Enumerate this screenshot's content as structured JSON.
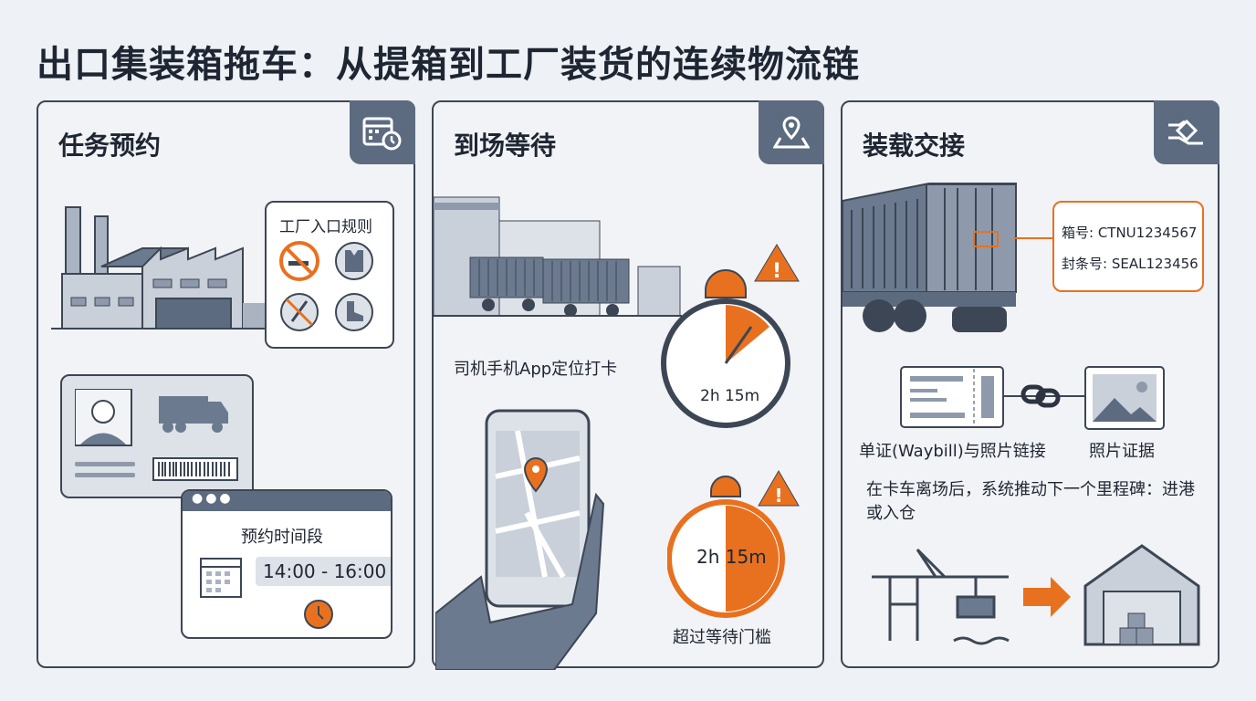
{
  "title": "出口集装箱拖车：从提箱到工厂装货的连续物流链",
  "colors": {
    "accent": "#e8711f",
    "slate": "#5d6b80",
    "border": "#3d4654"
  },
  "panels": [
    {
      "title": "任务预约",
      "icon": "calendar-clock-icon",
      "rules_title": "工厂入口规则",
      "rules_icons": [
        "no-smoking-icon",
        "safety-vest-icon",
        "no-lighter-icon",
        "safety-boots-icon"
      ],
      "slot_title": "预约时间段",
      "slot_value": "14:00 - 16:00"
    },
    {
      "title": "到场等待",
      "icon": "map-pin-icon",
      "checkin_label": "司机手机App定位打卡",
      "timer1": "2h 15m",
      "timer2": "2h 15m",
      "threshold_label": "超过等待门槛"
    },
    {
      "title": "装载交接",
      "icon": "handover-icon",
      "container_no": "箱号: CTNU1234567",
      "seal_no": "封条号: SEAL123456",
      "doc_link_label": "单证(Waybill)与照片链接",
      "photo_label": "照片证据",
      "next_milestone": "在卡车离场后，系统推动下一个里程碑：进港或入仓"
    }
  ]
}
